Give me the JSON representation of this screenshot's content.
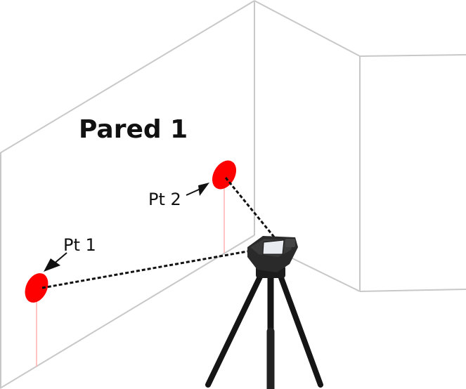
{
  "wall_label": "Pared 1",
  "points": [
    {
      "label": "Pt 1"
    },
    {
      "label": "Pt 2"
    }
  ],
  "colors": {
    "target": "#ff0000",
    "wall_line": "#c8c8c8",
    "laser_line": "#ffb0b0",
    "device": "#1a1a1a"
  }
}
